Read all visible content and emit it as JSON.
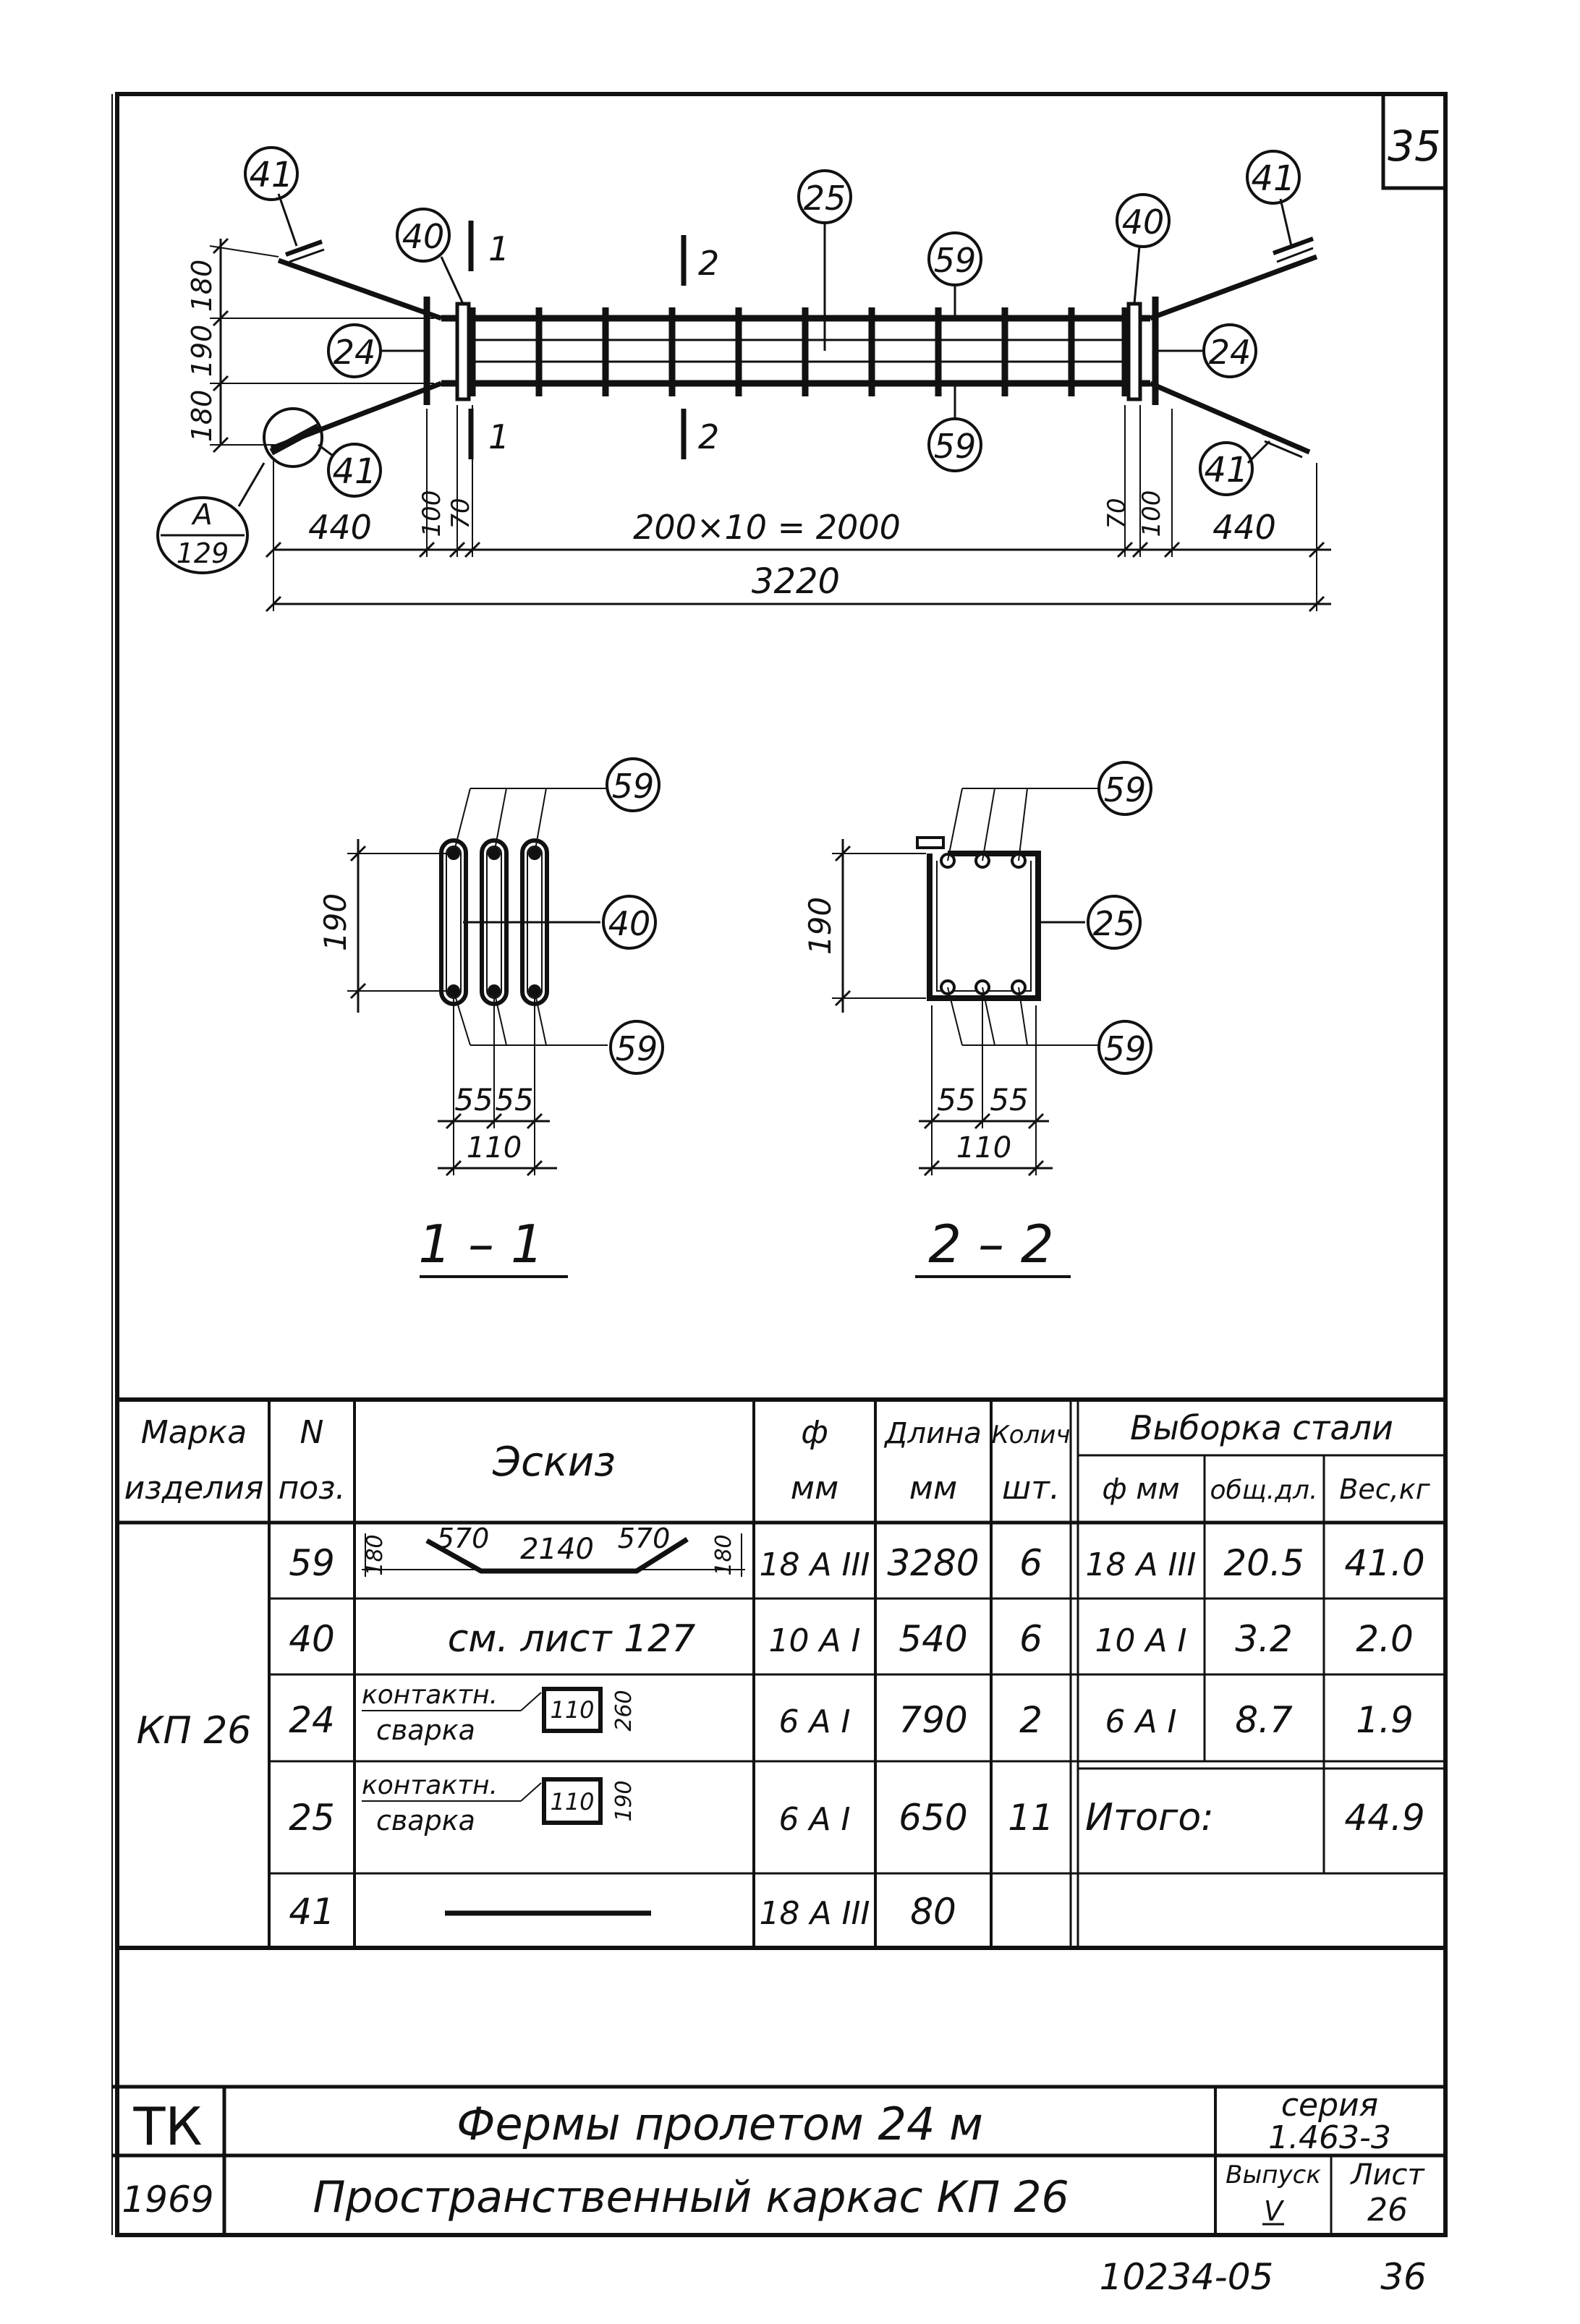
{
  "sheet_number": "35",
  "plan": {
    "dims": {
      "d180a": "180",
      "d190": "190",
      "d180b": "180",
      "left_440": "440",
      "d100_left": "100",
      "d70_left": "70",
      "middle": "200×10 = 2000",
      "d70_right": "70",
      "d100_right": "100",
      "right_440": "440",
      "total": "3220"
    },
    "callouts": {
      "c41_tl": "41",
      "c40_l": "40",
      "c25": "25",
      "c59_top": "59",
      "c40_r": "40",
      "c41_tr": "41",
      "c24_l": "24",
      "c24_r": "24",
      "c41_bl": "41",
      "c59_bot": "59",
      "c41_br": "41"
    },
    "detail_ref": {
      "top": "A",
      "bottom": "129"
    },
    "section_marks": {
      "s1_top": "1",
      "s1_bot": "1",
      "s2_top": "2",
      "s2_bot": "2"
    }
  },
  "sections": [
    {
      "title": "1 – 1",
      "height_dim": "190",
      "dim_a": "55",
      "dim_b": "55",
      "dim_total": "110",
      "callouts": [
        "59",
        "40",
        "59"
      ]
    },
    {
      "title": "2 – 2",
      "height_dim": "190",
      "dim_a": "55",
      "dim_b": "55",
      "dim_total": "110",
      "callouts": [
        "59",
        "25",
        "59"
      ]
    }
  ],
  "table": {
    "headers": {
      "mark": [
        "Марка",
        "изделия"
      ],
      "pos": [
        "N",
        "поз."
      ],
      "sketch": "Эскиз",
      "dia": [
        "ф",
        "мм"
      ],
      "length": [
        "Длина",
        "мм"
      ],
      "qty": [
        "Колич",
        "шт."
      ],
      "sample": "Выборка стали",
      "s_dia": "ф мм",
      "s_len": "общ.дл.",
      "s_wt": "Вес,кг"
    },
    "mark": "КП 26",
    "rows": [
      {
        "pos": "59",
        "dia": "18 А III",
        "length": "3280",
        "qty": "6",
        "sketch": {
          "kind": "bent",
          "l1": "180",
          "a": "570",
          "b": "2140",
          "c": "570",
          "l2": "180"
        }
      },
      {
        "pos": "40",
        "dia": "10 А I",
        "length": "540",
        "qty": "6",
        "sketch": {
          "kind": "text",
          "text": "см. лист 127"
        }
      },
      {
        "pos": "24",
        "dia": "6 А I",
        "length": "790",
        "qty": "2",
        "sketch": {
          "kind": "weld",
          "l1": "контактн.",
          "l2": "сварка",
          "box": "110",
          "side": "260"
        }
      },
      {
        "pos": "25",
        "dia": "6 А I",
        "length": "650",
        "qty": "11",
        "sketch": {
          "kind": "weld",
          "l1": "контактн.",
          "l2": "сварка",
          "box": "110",
          "side": "190"
        }
      },
      {
        "pos": "41",
        "dia": "18 А III",
        "length": "80",
        "qty": "",
        "sketch": {
          "kind": "line"
        }
      }
    ],
    "selection": [
      {
        "dia": "18 А III",
        "len": "20.5",
        "wt": "41.0"
      },
      {
        "dia": "10 А I",
        "len": "3.2",
        "wt": "2.0"
      },
      {
        "dia": "6 А I",
        "len": "8.7",
        "wt": "1.9"
      }
    ],
    "total_label": "Итого:",
    "total_value": "44.9"
  },
  "title_block": {
    "org": "ТК",
    "year": "1969",
    "title": "Фермы пролетом 24 м",
    "subtitle": "Пространственный каркас КП 26",
    "series_label": "серия",
    "series_value": "1.463-3",
    "issue_label": "Выпуск",
    "issue_value": "V",
    "sheet_label": "Лист",
    "sheet_value": "26"
  },
  "footer": {
    "code": "10234-05",
    "page": "36"
  }
}
